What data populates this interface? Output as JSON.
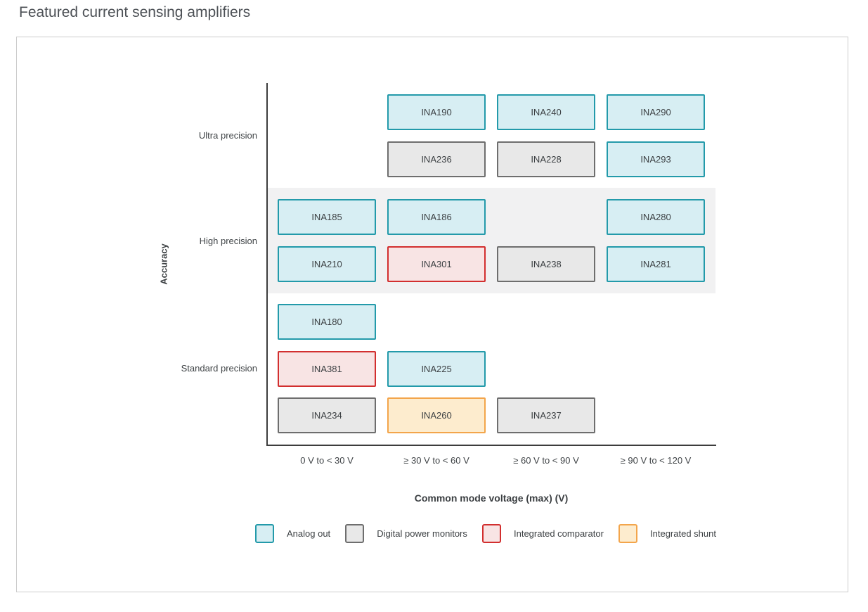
{
  "page_title": "Featured current sensing amplifiers",
  "chart_data": {
    "type": "table",
    "title": "Featured current sensing amplifiers",
    "xlabel": "Common mode voltage (max) (V)",
    "ylabel": "Accuracy",
    "x_categories": [
      "0 V to < 30 V",
      "≥ 30 V to < 60 V",
      "≥ 60 V to < 90 V",
      "≥ 90 V to < 120 V"
    ],
    "y_categories": [
      "Ultra precision",
      "High precision",
      "Standard precision"
    ],
    "legend_position": "bottom",
    "highlighted_row_band": "High precision",
    "band_color": "#f1f1f2",
    "axis_color": "#3d3d3d",
    "legend": [
      {
        "id": "analog_out",
        "label": "Analog out",
        "fill": "#d7eef3",
        "border": "#239aaa"
      },
      {
        "id": "digital_power_monitor",
        "label": "Digital power monitors",
        "fill": "#e8e8e8",
        "border": "#6e6e6e"
      },
      {
        "id": "integrated_comparator",
        "label": "Integrated comparator",
        "fill": "#f8e4e4",
        "border": "#d22f2f"
      },
      {
        "id": "integrated_shunt",
        "label": "Integrated shunt",
        "fill": "#fdecce",
        "border": "#f3a54b"
      }
    ],
    "parts": [
      {
        "label": "INA190",
        "accuracy": "Ultra precision",
        "subrow": 1,
        "voltage": "≥ 30 V to < 60 V",
        "type": "analog_out"
      },
      {
        "label": "INA240",
        "accuracy": "Ultra precision",
        "subrow": 1,
        "voltage": "≥ 60 V to < 90 V",
        "type": "analog_out"
      },
      {
        "label": "INA290",
        "accuracy": "Ultra precision",
        "subrow": 1,
        "voltage": "≥ 90 V to < 120 V",
        "type": "analog_out"
      },
      {
        "label": "INA236",
        "accuracy": "Ultra precision",
        "subrow": 2,
        "voltage": "≥ 30 V to < 60 V",
        "type": "digital_power_monitor"
      },
      {
        "label": "INA228",
        "accuracy": "Ultra precision",
        "subrow": 2,
        "voltage": "≥ 60 V to < 90 V",
        "type": "digital_power_monitor"
      },
      {
        "label": "INA293",
        "accuracy": "Ultra precision",
        "subrow": 2,
        "voltage": "≥ 90 V to < 120 V",
        "type": "analog_out"
      },
      {
        "label": "INA185",
        "accuracy": "High precision",
        "subrow": 1,
        "voltage": "0 V to < 30 V",
        "type": "analog_out"
      },
      {
        "label": "INA186",
        "accuracy": "High precision",
        "subrow": 1,
        "voltage": "≥ 30 V to < 60 V",
        "type": "analog_out"
      },
      {
        "label": "INA280",
        "accuracy": "High precision",
        "subrow": 1,
        "voltage": "≥ 90 V to < 120 V",
        "type": "analog_out"
      },
      {
        "label": "INA210",
        "accuracy": "High precision",
        "subrow": 2,
        "voltage": "0 V to < 30 V",
        "type": "analog_out"
      },
      {
        "label": "INA301",
        "accuracy": "High precision",
        "subrow": 2,
        "voltage": "≥ 30 V to < 60 V",
        "type": "integrated_comparator"
      },
      {
        "label": "INA238",
        "accuracy": "High precision",
        "subrow": 2,
        "voltage": "≥ 60 V to < 90 V",
        "type": "digital_power_monitor"
      },
      {
        "label": "INA281",
        "accuracy": "High precision",
        "subrow": 2,
        "voltage": "≥ 90 V to < 120 V",
        "type": "analog_out"
      },
      {
        "label": "INA180",
        "accuracy": "Standard precision",
        "subrow": 1,
        "voltage": "0 V to < 30 V",
        "type": "analog_out"
      },
      {
        "label": "INA381",
        "accuracy": "Standard precision",
        "subrow": 2,
        "voltage": "0 V to < 30 V",
        "type": "integrated_comparator"
      },
      {
        "label": "INA225",
        "accuracy": "Standard precision",
        "subrow": 2,
        "voltage": "≥ 30 V to < 60 V",
        "type": "analog_out"
      },
      {
        "label": "INA234",
        "accuracy": "Standard precision",
        "subrow": 3,
        "voltage": "0 V to < 30 V",
        "type": "digital_power_monitor"
      },
      {
        "label": "INA260",
        "accuracy": "Standard precision",
        "subrow": 3,
        "voltage": "≥ 30 V to < 60 V",
        "type": "integrated_shunt"
      },
      {
        "label": "INA237",
        "accuracy": "Standard precision",
        "subrow": 3,
        "voltage": "≥ 60 V to < 90 V",
        "type": "digital_power_monitor"
      }
    ]
  }
}
